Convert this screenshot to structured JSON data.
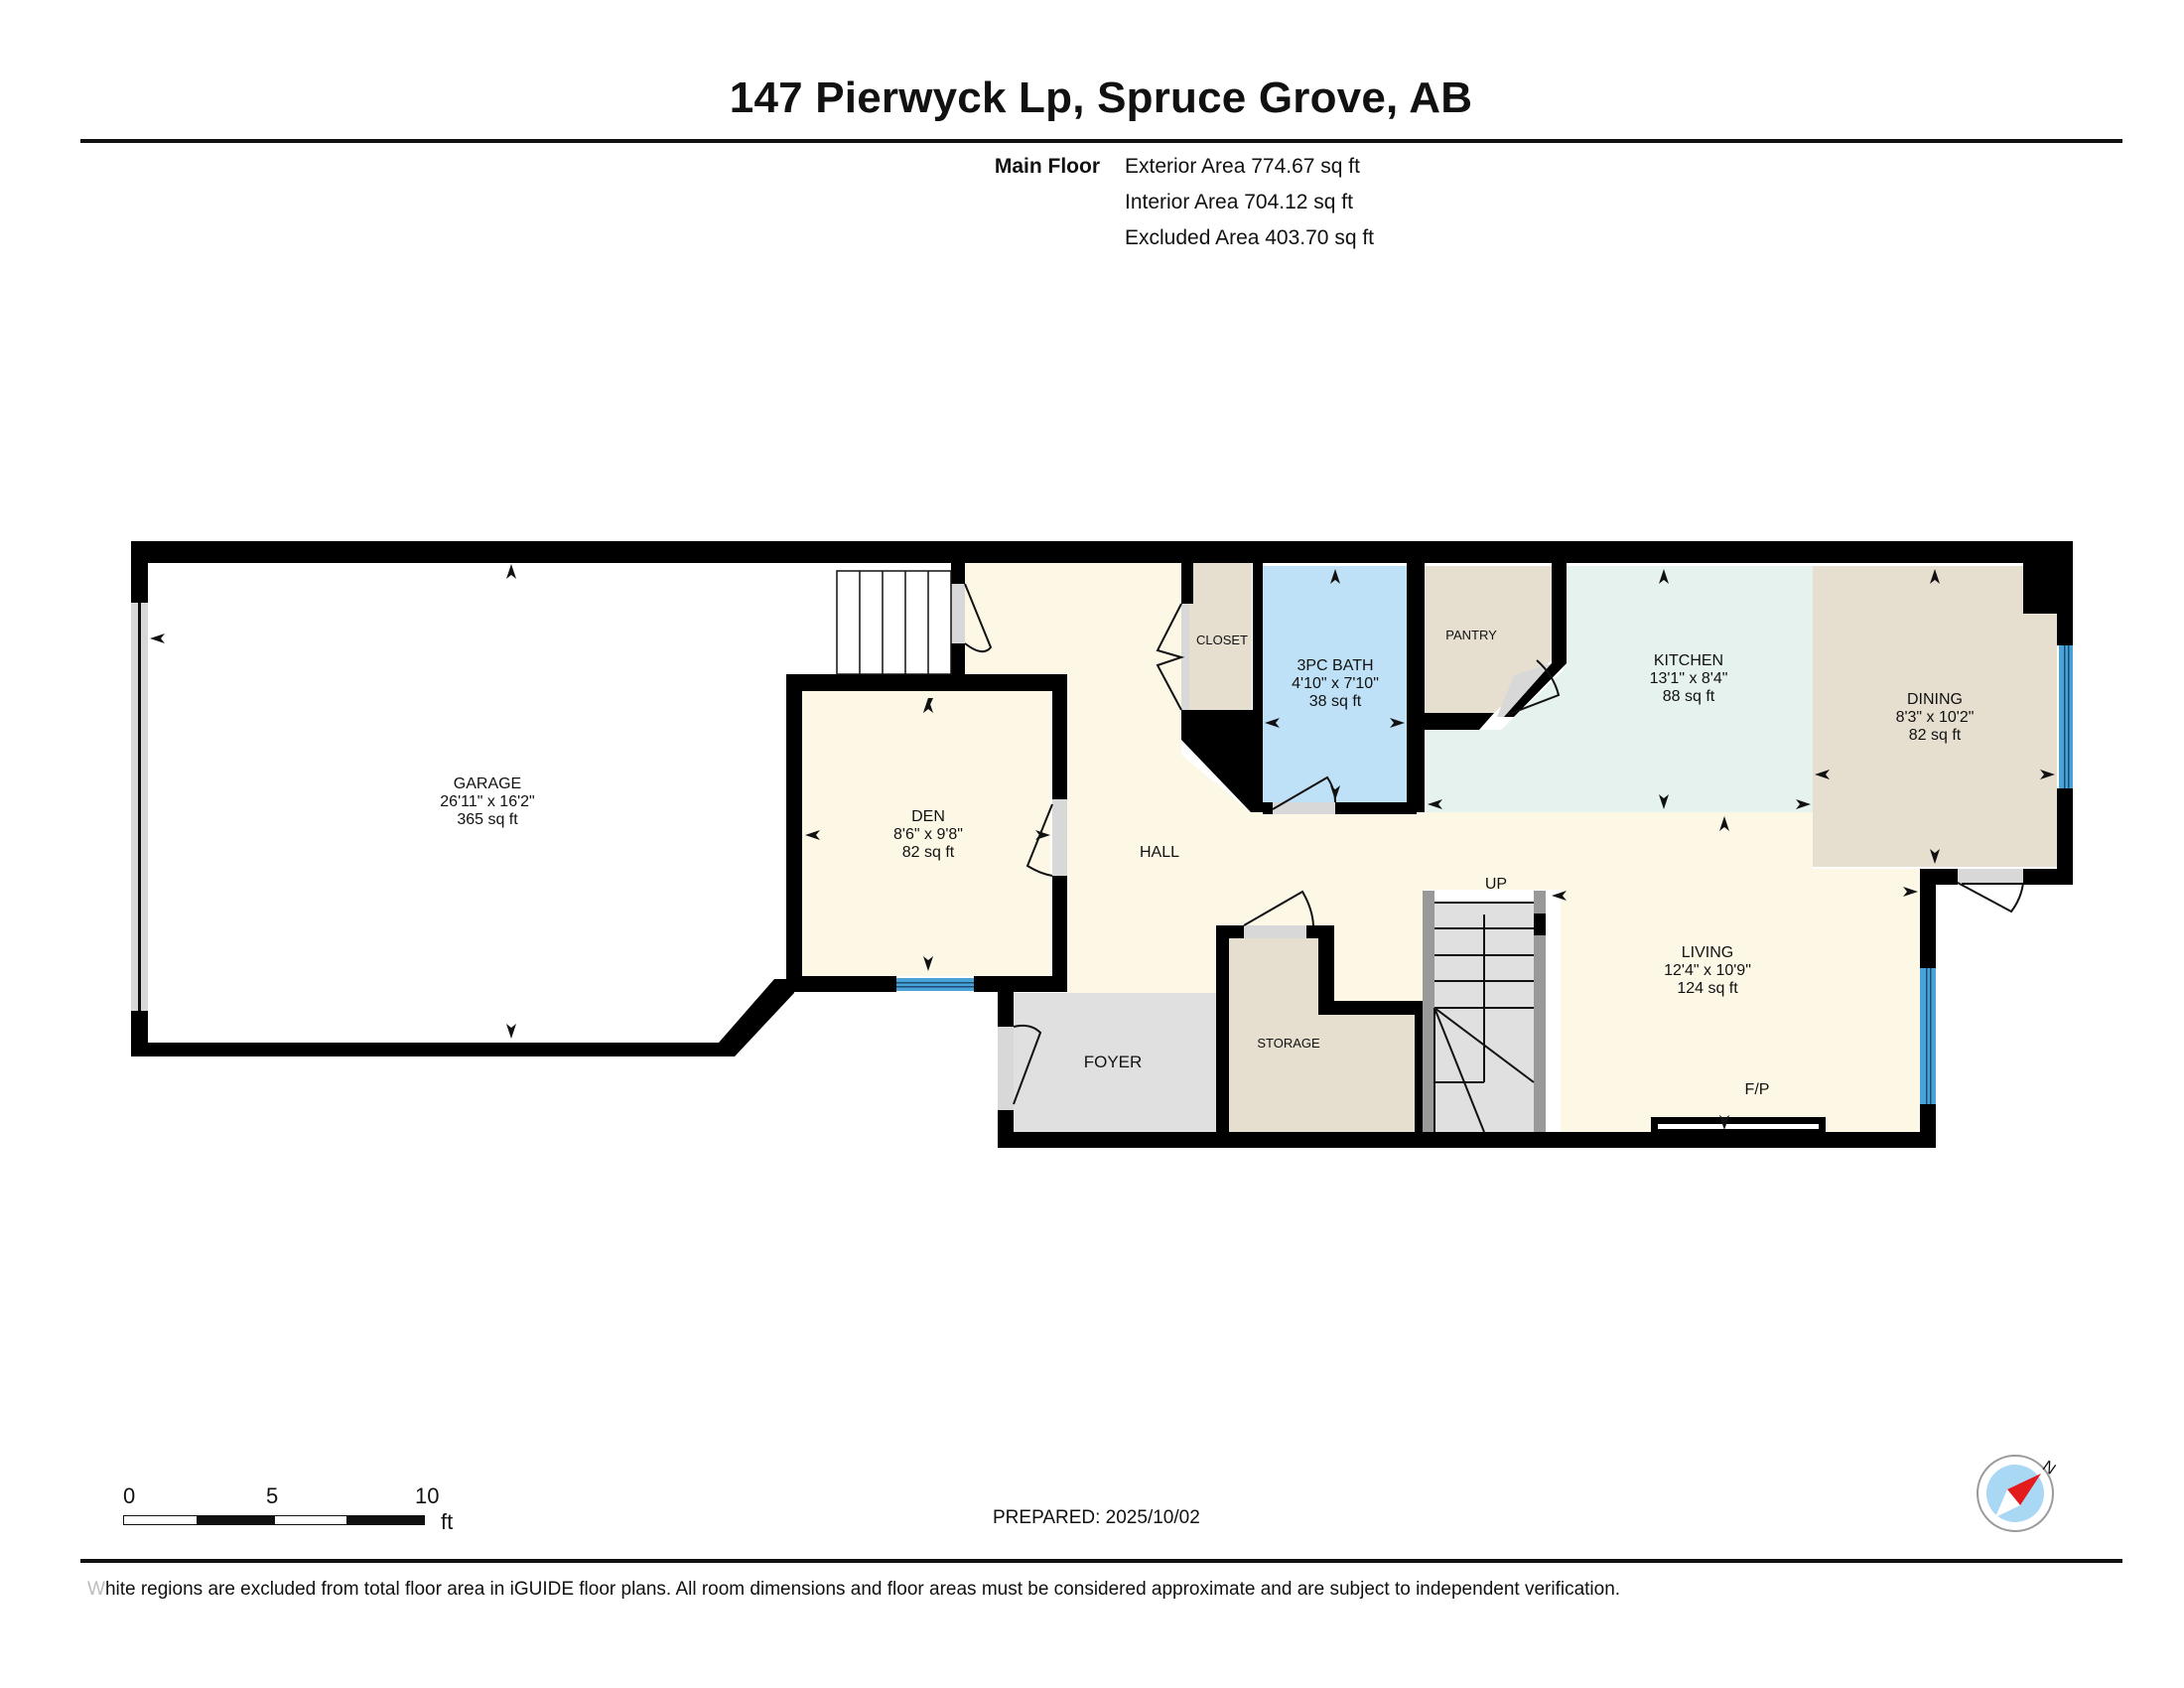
{
  "header": {
    "title": "147 Pierwyck Lp, Spruce Grove, AB"
  },
  "summary": {
    "floor_name": "Main Floor",
    "rows": [
      "Exterior Area 774.67 sq ft",
      "Interior Area 704.12 sq ft",
      "Excluded Area 403.70 sq ft"
    ]
  },
  "rooms": {
    "garage": {
      "name": "GARAGE",
      "dims": "26'11\" x 16'2\"",
      "area": "365 sq ft"
    },
    "den": {
      "name": "DEN",
      "dims": "8'6\" x 9'8\"",
      "area": "82 sq ft"
    },
    "hall": {
      "name": "HALL"
    },
    "closet": {
      "name": "CLOSET"
    },
    "bath": {
      "name": "3PC BATH",
      "dims": "4'10\" x 7'10\"",
      "area": "38 sq ft"
    },
    "pantry": {
      "name": "PANTRY"
    },
    "kitchen": {
      "name": "KITCHEN",
      "dims": "13'1\" x 8'4\"",
      "area": "88 sq ft"
    },
    "dining": {
      "name": "DINING",
      "dims": "8'3\" x 10'2\"",
      "area": "82 sq ft"
    },
    "living": {
      "name": "LIVING",
      "dims": "12'4\" x 10'9\"",
      "area": "124 sq ft"
    },
    "foyer": {
      "name": "FOYER"
    },
    "storage": {
      "name": "STORAGE"
    },
    "stairs_label": "UP",
    "fireplace_label": "F/P"
  },
  "colors": {
    "wall": "#000000",
    "hall": "#fdf8e6",
    "den": "#fdf8e6",
    "living": "#fdf8e6",
    "closet": "#e6dfd0",
    "bath": "#bfe1f7",
    "pantry": "#e6dfd0",
    "kitchen": "#e5f2ee",
    "dining": "#e6dfd0",
    "foyer": "#e0e0e0",
    "storage": "#e6dfd0",
    "stairs": "#e0e0e0",
    "window": "#4aa3d8",
    "door": "#d8d8d8",
    "compass_ring": "#a9d8f5",
    "compass_needle": "#e31b1b"
  },
  "scale_bar": {
    "ticks": [
      "0",
      "5",
      "10"
    ],
    "unit": "ft"
  },
  "footer": {
    "prepared": "PREPARED: 2025/10/02",
    "disclaimer_first": "W",
    "disclaimer_rest": "hite regions are excluded from total floor area in iGUIDE floor plans. All room dimensions and floor areas must be considered approximate and are subject to independent verification."
  },
  "compass": {
    "label": "N"
  }
}
